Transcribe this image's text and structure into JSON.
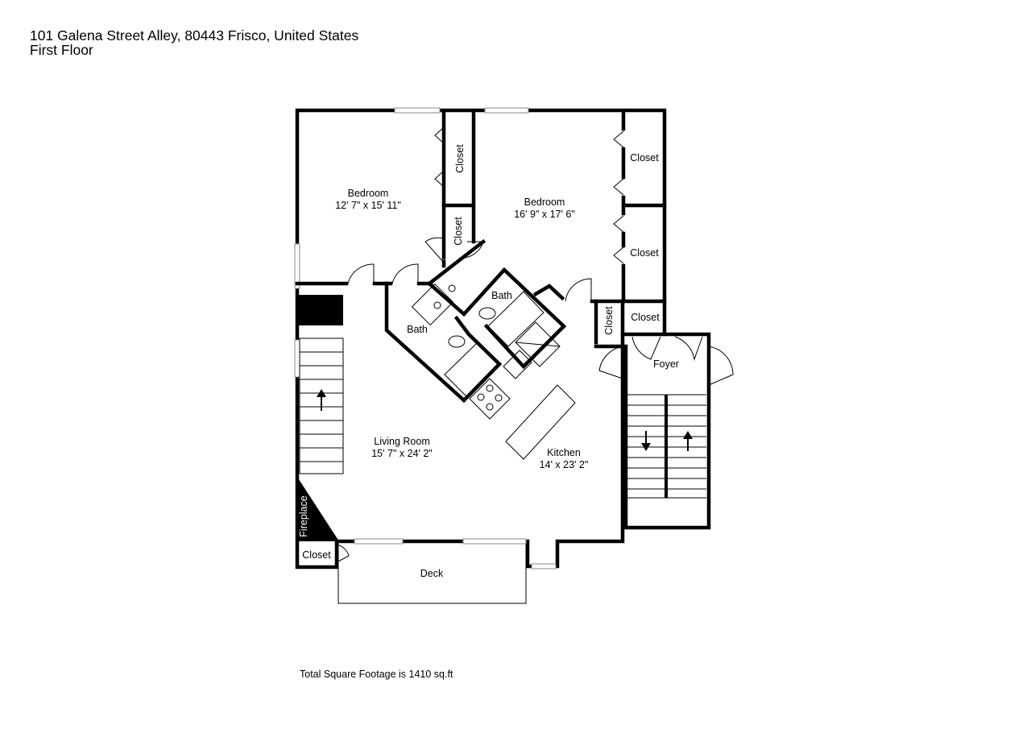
{
  "header": {
    "address": "101 Galena Street Alley, 80443 Frisco, United States",
    "floor": "First Floor"
  },
  "rooms": {
    "bedroom_left": {
      "name": "Bedroom",
      "dims": "12' 7\" x 15' 11\""
    },
    "bedroom_right": {
      "name": "Bedroom",
      "dims": "16' 9\" x 17' 6\""
    },
    "closet_1": {
      "name": "Closet"
    },
    "closet_2": {
      "name": "Closet"
    },
    "closet_3": {
      "name": "Closet"
    },
    "closet_4": {
      "name": "Closet"
    },
    "closet_5": {
      "name": "Closet"
    },
    "closet_6": {
      "name": "Closet"
    },
    "closet_7": {
      "name": "Closet"
    },
    "bath_1": {
      "name": "Bath"
    },
    "bath_2": {
      "name": "Bath"
    },
    "living_room": {
      "name": "Living Room",
      "dims": "15' 7\" x 24' 2\""
    },
    "kitchen": {
      "name": "Kitchen",
      "dims": "14' x 23' 2\""
    },
    "foyer": {
      "name": "Foyer"
    },
    "fireplace": {
      "name": "Fireplace"
    },
    "deck": {
      "name": "Deck"
    }
  },
  "footer": {
    "total": "Total Square Footage is 1410 sq.ft"
  }
}
